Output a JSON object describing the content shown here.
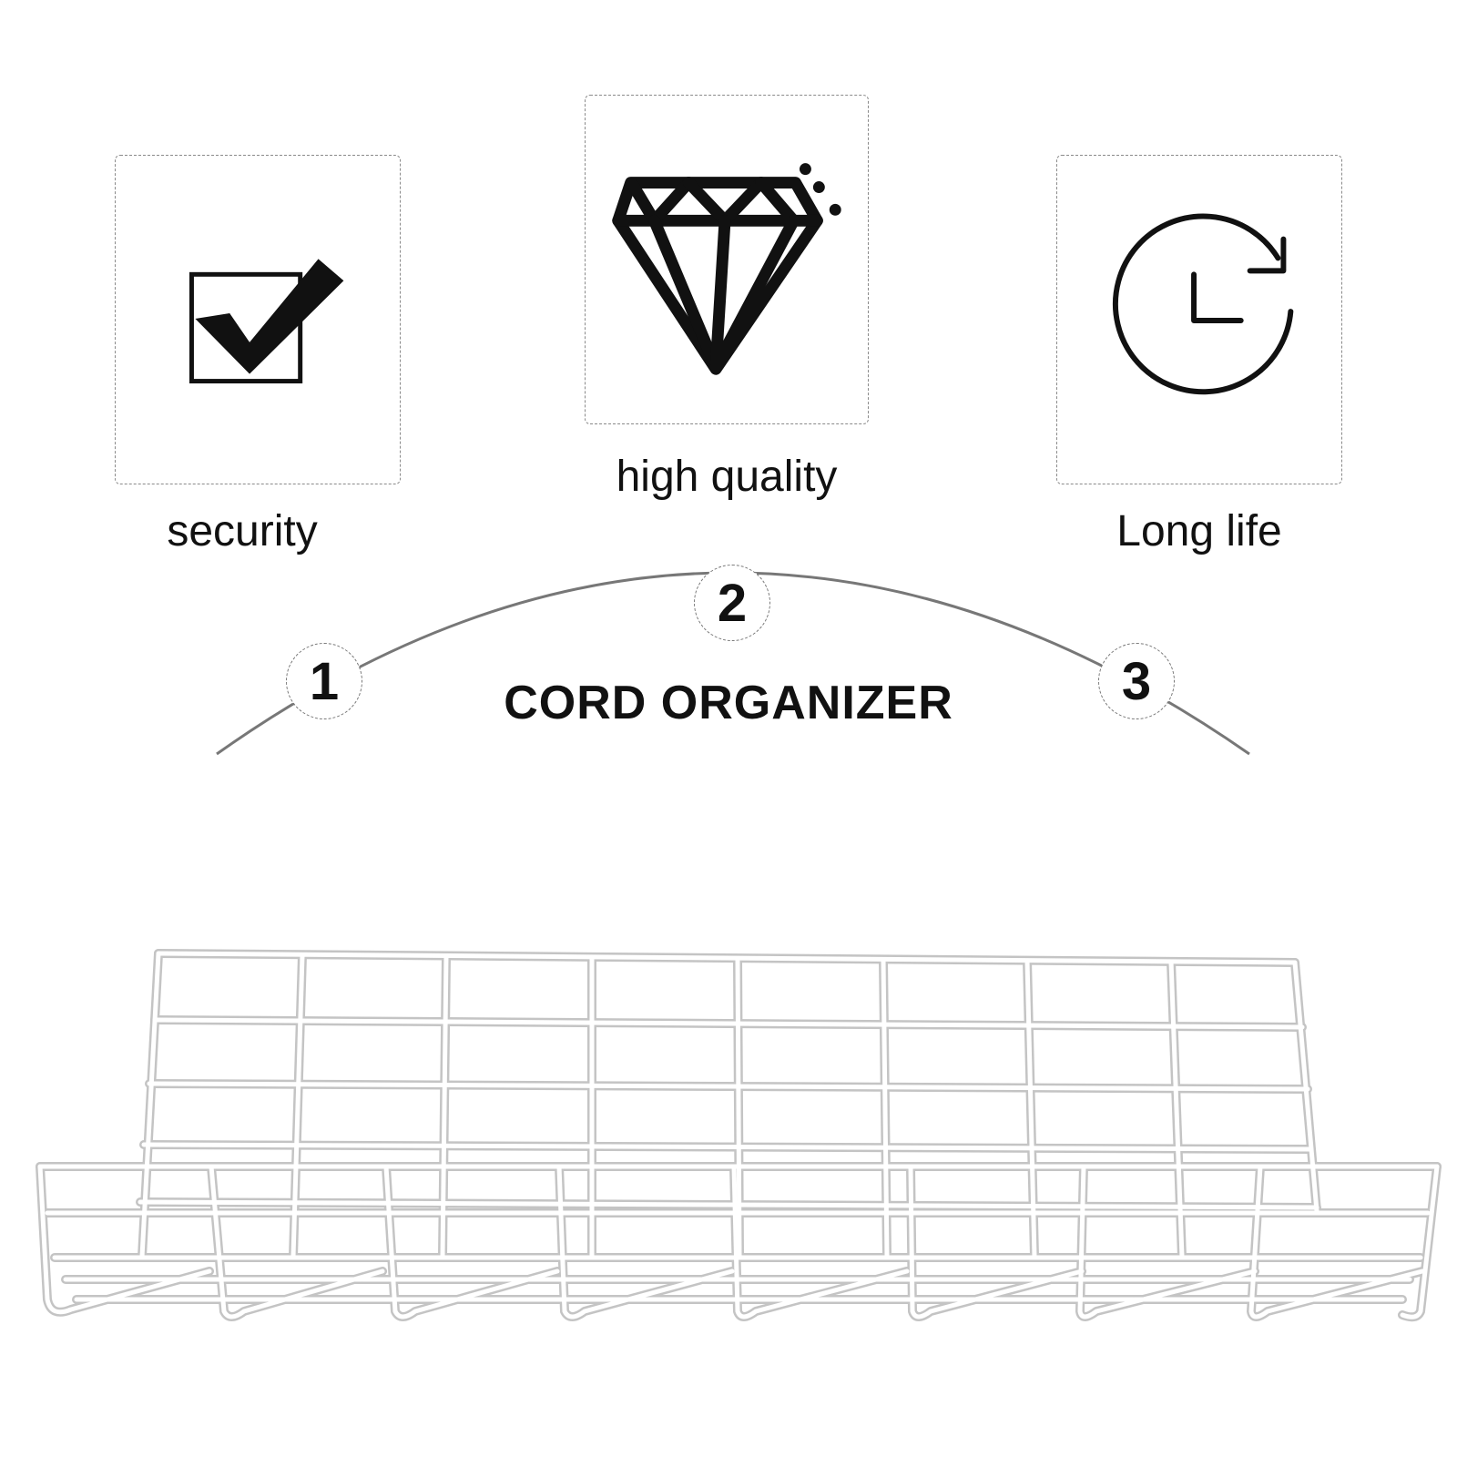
{
  "features": [
    {
      "label": "security",
      "icon": "checkbox-check-icon"
    },
    {
      "label": "high quality",
      "icon": "diamond-icon"
    },
    {
      "label": "Long life",
      "icon": "clock-refresh-icon"
    }
  ],
  "steps": [
    "1",
    "2",
    "3"
  ],
  "product": {
    "title": "CORD ORGANIZER",
    "image": "white-wire-cable-tray"
  },
  "colors": {
    "text": "#111111",
    "arc": "#777777",
    "wire": "#ffffff",
    "wire_shadow": "#c4c4c4"
  }
}
